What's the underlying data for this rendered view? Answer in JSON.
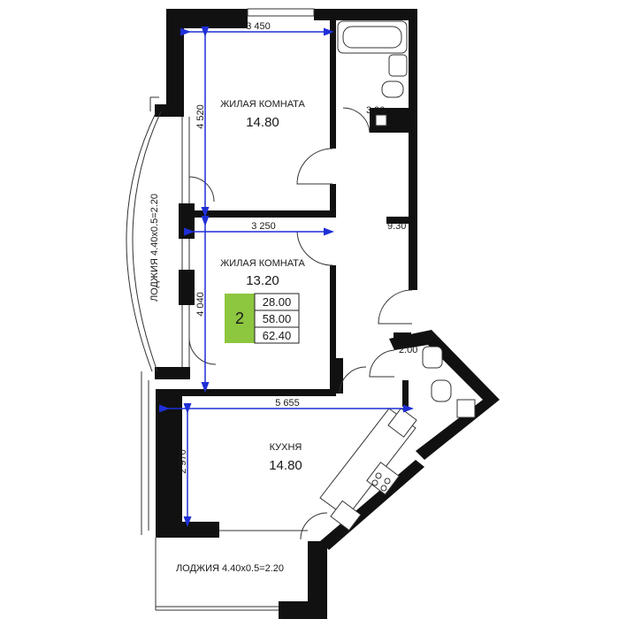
{
  "rooms": {
    "living1": {
      "name": "ЖИЛАЯ КОМНАТА",
      "area": "14.80"
    },
    "living2": {
      "name": "ЖИЛАЯ КОМНАТА",
      "area": "13.20"
    },
    "kitchen": {
      "name": "КУХНЯ",
      "area": "14.80"
    },
    "loggia_side": "ЛОДЖИЯ 4.40x0.5=2.20",
    "loggia_bottom": "ЛОДЖИЯ 4.40x0.5=2.20",
    "bathroom": "3.90",
    "hall": "9.30",
    "wc": "2.00"
  },
  "dimensions": {
    "top_width": "3 450",
    "mid_width": "3 250",
    "kitchen_width": "5 655",
    "living1_height": "4 520",
    "living2_height": "4 040",
    "kitchen_height": "2 970"
  },
  "summary": {
    "rooms_count": "2",
    "living_area": "28.00",
    "total_area": "58.00",
    "total_with_loggia": "62.40",
    "badge_color": "#8dc63f"
  },
  "colors": {
    "wall": "#111111",
    "dimension_line": "#1f2fd6"
  }
}
